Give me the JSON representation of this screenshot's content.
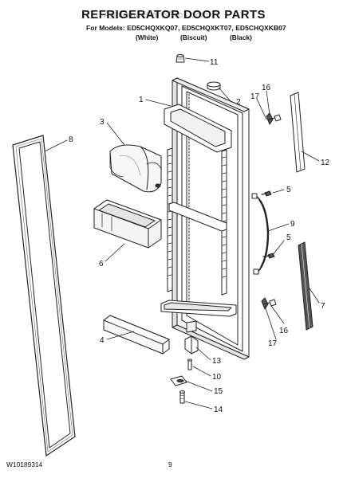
{
  "header": {
    "title": "REFRIGERATOR DOOR PARTS",
    "models": "For Models: ED5CHQXKQ07, ED5CHQXKT07, ED5CHQXKB07",
    "variants": [
      "(White)",
      "(Biscuit)",
      "(Black)"
    ]
  },
  "watermark": "AppliancePartsPros.com",
  "callouts": {
    "c1": "1",
    "c2": "2",
    "c3": "3",
    "c4": "4",
    "c5a": "5",
    "c5b": "5",
    "c6": "6",
    "c7": "7",
    "c8": "8",
    "c9": "9",
    "c10": "10",
    "c11": "11",
    "c12": "12",
    "c13": "13",
    "c14": "14",
    "c15": "15",
    "c16a": "16",
    "c16b": "16",
    "c17a": "17",
    "c17b": "17"
  },
  "footer": {
    "doc_number": "W10189314",
    "page_number": "9"
  }
}
